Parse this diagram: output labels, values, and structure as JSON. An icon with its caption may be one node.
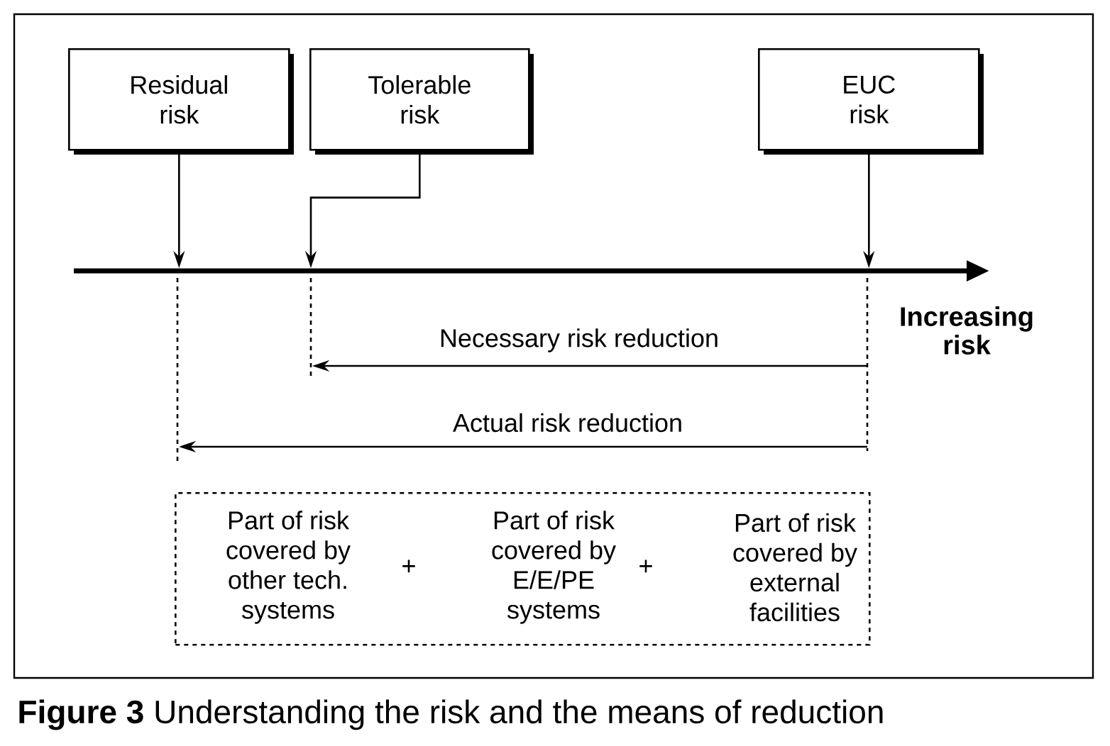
{
  "diagram": {
    "caption": "**Figure 3** Understanding the risk and the means of reduction",
    "nodes": [
      {
        "text": [
          "Residual risk"
        ]
      },
      {
        "text": [
          "Tolerable risk"
        ]
      },
      {
        "text": [
          "EUC risk"
        ]
      },
      {
        "text": [
          "Part of risk covered by other tech. systems",
          "+",
          "Part of risk covered by E/E/PE systems",
          "+",
          "Part of risk covered by external facilities"
        ]
      }
    ],
    "edges": [
      {
        "from": 0,
        "to": null,
        "arrow": "to"
      },
      {
        "from": 1,
        "to": null,
        "arrow": "to"
      },
      {
        "from": 2,
        "to": null,
        "arrow": "to"
      }
    ],
    "labels": [
      "Increasing risk",
      "Necessary risk reduction",
      "Actual risk reduction"
    ]
  }
}
